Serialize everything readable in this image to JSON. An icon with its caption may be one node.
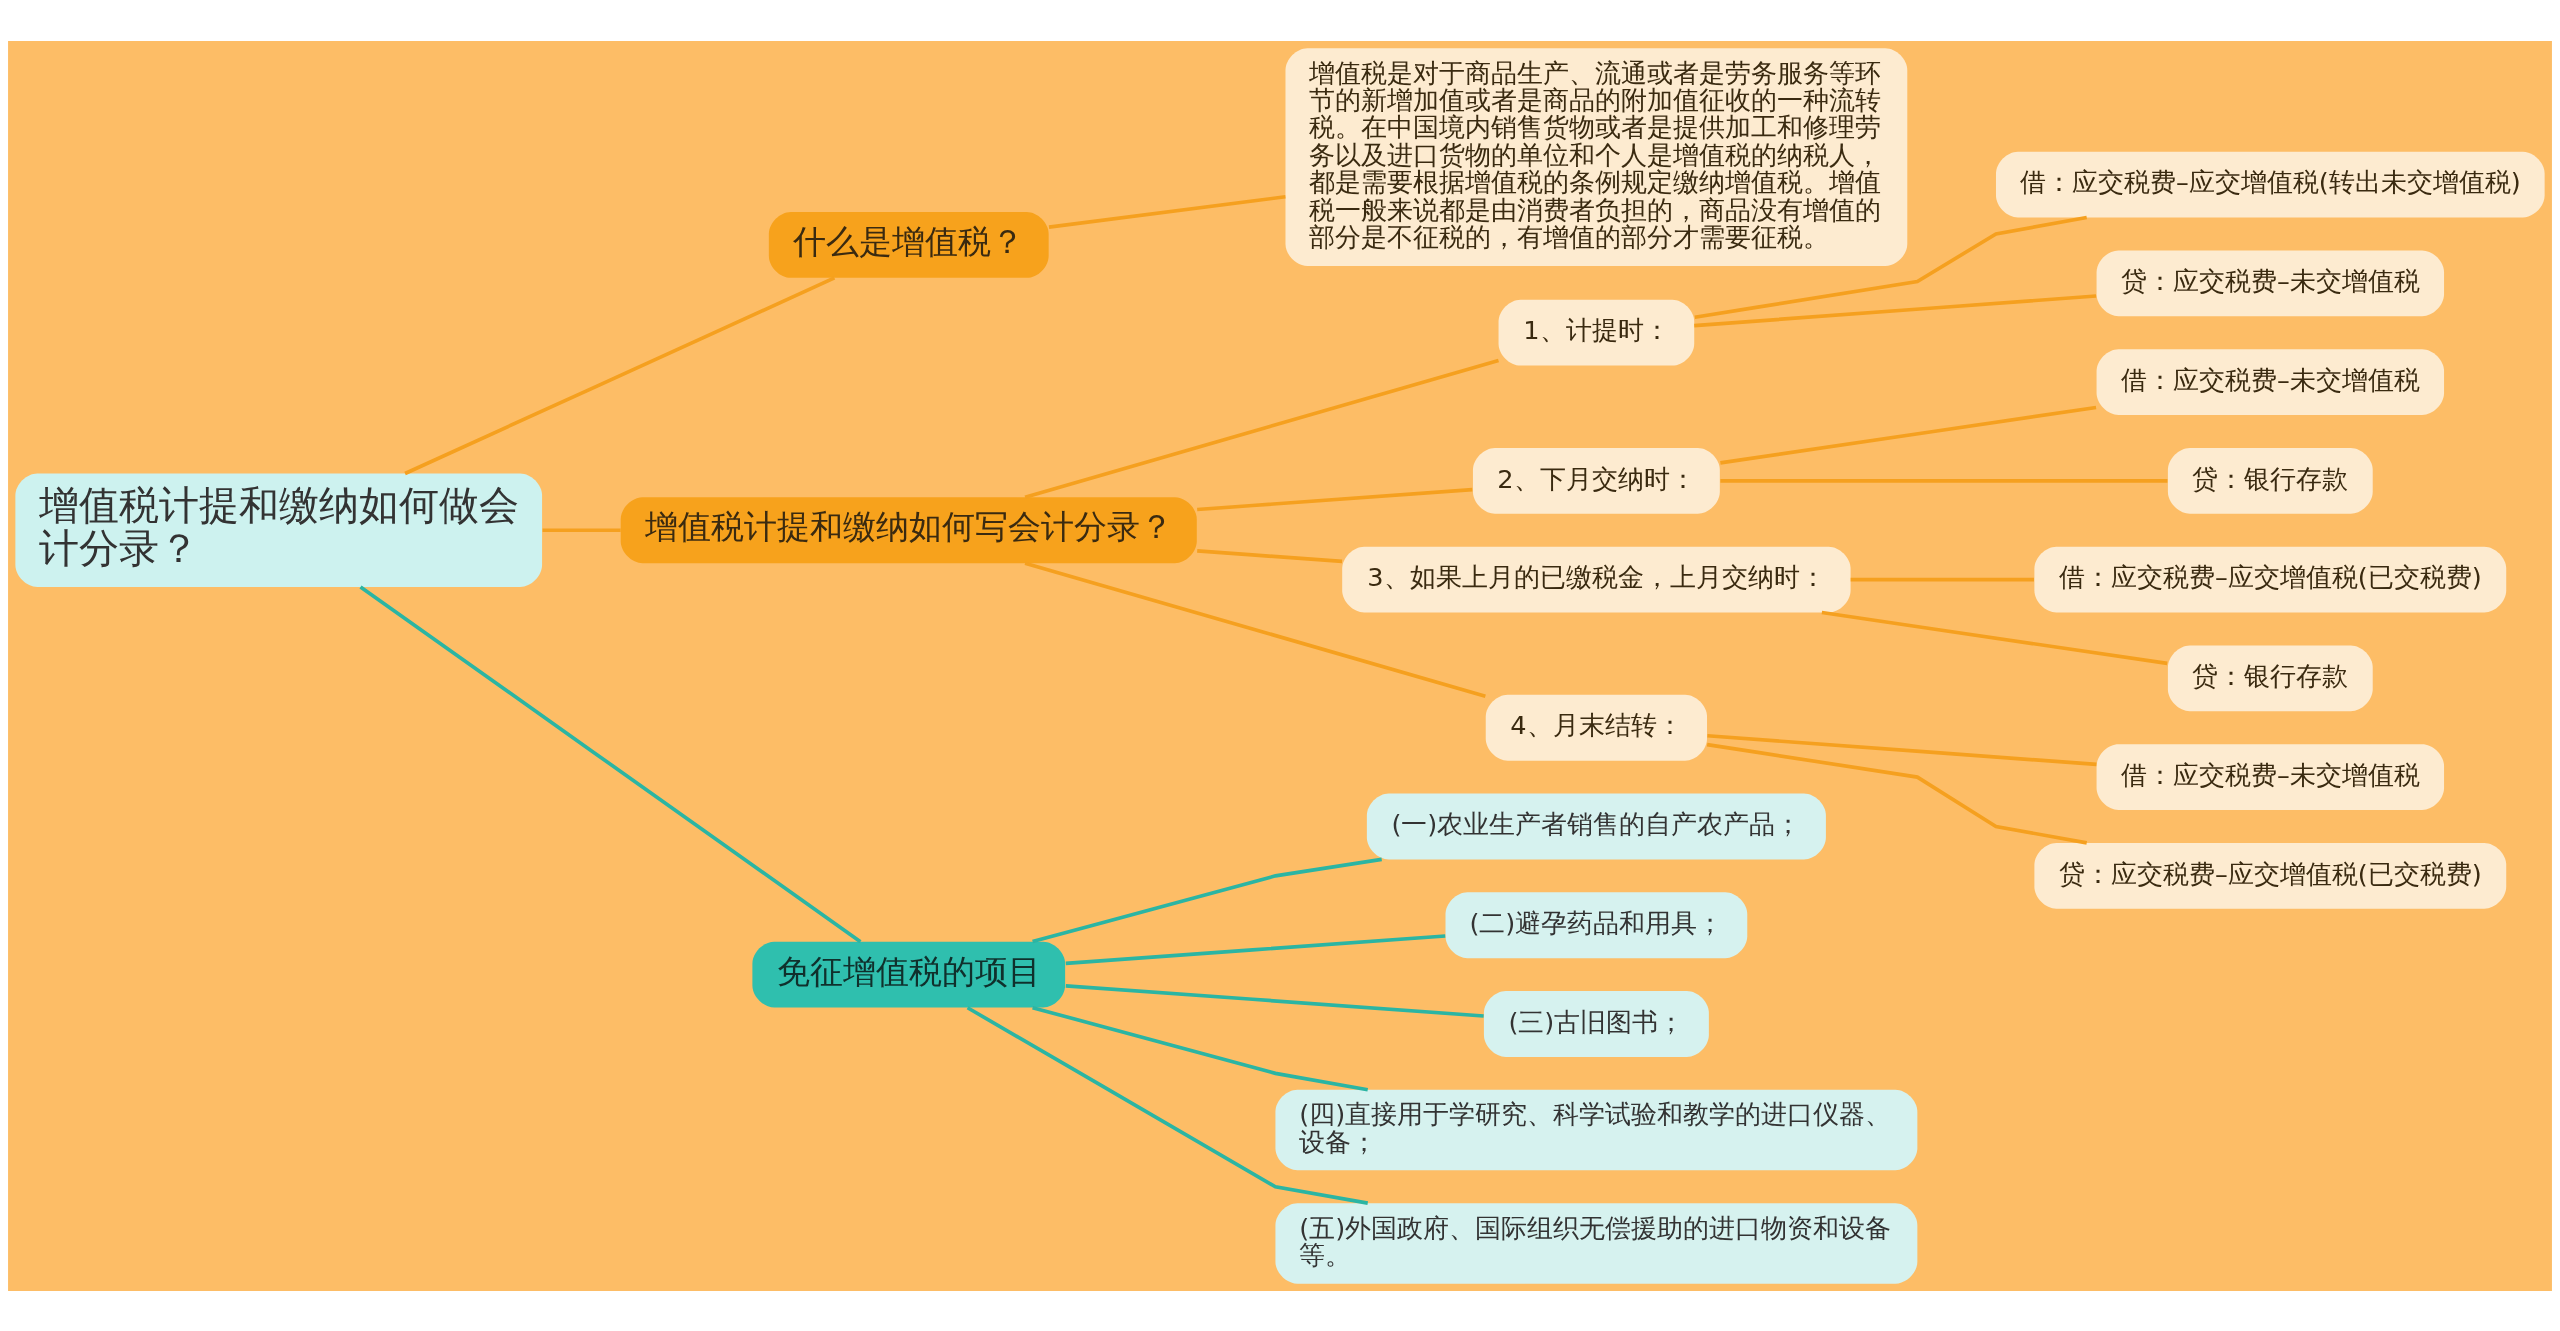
{
  "diagram": {
    "nodes": [
      {
        "text": [
          "增值税计提和缴纳如何做会计分录？"
        ]
      },
      {
        "text": [
          "什么是增值税？"
        ]
      },
      {
        "text": [
          "增值税是对于商品生产、流通或者是劳务服务等环节的新增加值或者是商品的附加值征收的一种流转税。在中国境内销售货物或者是提供加工和修理劳务以及进口货物的单位和个人是增值税的纳税人，都是需要根据增值税的条例规定缴纳增值税。增值税一般来说都是由消费者负担的，商品没有增值的部分是不征税的，有增值的部分才需要征税。"
        ]
      },
      {
        "text": [
          "增值税计提和缴纳如何写会计分录？"
        ]
      },
      {
        "text": [
          "1、计提时："
        ]
      },
      {
        "text": [
          "借：应交税费–应交增值税(转出未交增值税)"
        ]
      },
      {
        "text": [
          "贷：应交税费–未交增值税"
        ]
      },
      {
        "text": [
          "2、下月交纳时："
        ]
      },
      {
        "text": [
          "借：应交税费–未交增值税"
        ]
      },
      {
        "text": [
          "贷：银行存款"
        ]
      },
      {
        "text": [
          "3、如果上月的已缴税金，上月交纳时："
        ]
      },
      {
        "text": [
          "借：应交税费–应交增值税(已交税费)"
        ]
      },
      {
        "text": [
          "贷：银行存款"
        ]
      },
      {
        "text": [
          "4、月末结转："
        ]
      },
      {
        "text": [
          "借：应交税费–未交增值税"
        ]
      },
      {
        "text": [
          "贷：应交税费–应交增值税(已交税费)"
        ]
      },
      {
        "text": [
          "免征增值税的项目"
        ]
      },
      {
        "text": [
          "(一)农业生产者销售的自产农产品；"
        ]
      },
      {
        "text": [
          "(二)避孕药品和用具；"
        ]
      },
      {
        "text": [
          "(三)古旧图书；"
        ]
      },
      {
        "text": [
          "(四)直接用于学研究、科学试验和教学的进口仪器、设备；"
        ]
      },
      {
        "text": [
          "(五)外国政府、国际组织无偿援助的进口物资和设备等。"
        ]
      }
    ],
    "edges": [
      {
        "from": 0,
        "to": 1,
        "arrow": "none"
      },
      {
        "from": 1,
        "to": 2,
        "arrow": "none"
      },
      {
        "from": 0,
        "to": 3,
        "arrow": "none"
      },
      {
        "from": 3,
        "to": 4,
        "arrow": "none"
      },
      {
        "from": 4,
        "to": 5,
        "arrow": "none"
      },
      {
        "from": 4,
        "to": 6,
        "arrow": "none"
      },
      {
        "from": 3,
        "to": 7,
        "arrow": "none"
      },
      {
        "from": 7,
        "to": 8,
        "arrow": "none"
      },
      {
        "from": 7,
        "to": 9,
        "arrow": "none"
      },
      {
        "from": 3,
        "to": 10,
        "arrow": "none"
      },
      {
        "from": 10,
        "to": 11,
        "arrow": "none"
      },
      {
        "from": 10,
        "to": 12,
        "arrow": "none"
      },
      {
        "from": 3,
        "to": 13,
        "arrow": "none"
      },
      {
        "from": 13,
        "to": 14,
        "arrow": "none"
      },
      {
        "from": 13,
        "to": 15,
        "arrow": "none"
      },
      {
        "from": 0,
        "to": 16,
        "arrow": "none",
        "color": "#2bb5a3"
      },
      {
        "from": 16,
        "to": 17,
        "arrow": "none",
        "color": "#2bb5a3"
      },
      {
        "from": 16,
        "to": 18,
        "arrow": "none",
        "color": "#2bb5a3"
      },
      {
        "from": 16,
        "to": 19,
        "arrow": "none",
        "color": "#2bb5a3"
      },
      {
        "from": 16,
        "to": 20,
        "arrow": "none",
        "color": "#2bb5a3"
      },
      {
        "from": 16,
        "to": 21,
        "arrow": "none",
        "color": "#2bb5a3"
      }
    ]
  }
}
